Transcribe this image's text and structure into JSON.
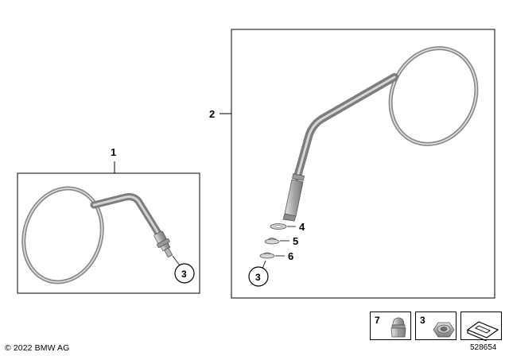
{
  "callouts": {
    "mirror_left": "1",
    "mirror_right": "2",
    "screw_left": "3",
    "screw_right": "3",
    "washer_a": "4",
    "washer_b": "5",
    "washer_c": "6"
  },
  "legend": {
    "item_cap_nut": "7",
    "item_lock_nut": "3"
  },
  "icons": {
    "cap_nut": "cap-nut-icon",
    "lock_nut": "lock-nut-icon",
    "bracket": "bracket-icon"
  },
  "footer": {
    "copyright": "© 2022 BMW AG",
    "image_number": "528654"
  }
}
